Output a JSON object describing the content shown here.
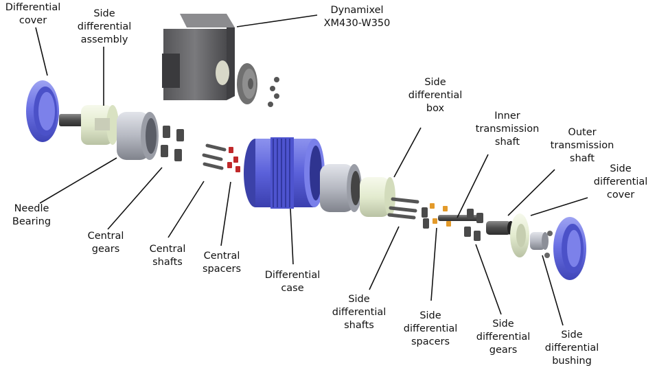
{
  "labels": {
    "differential_cover": {
      "lines": [
        "Differential",
        "cover"
      ]
    },
    "side_differential_assembly": {
      "lines": [
        "Side",
        "differential",
        "assembly"
      ]
    },
    "dynamixel": {
      "lines": [
        "Dynamixel",
        "XM430-W350"
      ]
    },
    "needle_bearing": {
      "lines": [
        "Needle",
        "Bearing"
      ]
    },
    "central_gears": {
      "lines": [
        "Central",
        "gears"
      ]
    },
    "central_shafts": {
      "lines": [
        "Central",
        "shafts"
      ]
    },
    "central_spacers": {
      "lines": [
        "Central",
        "spacers"
      ]
    },
    "differential_case": {
      "lines": [
        "Differential",
        "case"
      ]
    },
    "side_differential_box": {
      "lines": [
        "Side",
        "differential",
        "box"
      ]
    },
    "inner_transmission_shaft": {
      "lines": [
        "Inner",
        "transmission",
        "shaft"
      ]
    },
    "outer_transmission_shaft": {
      "lines": [
        "Outer",
        "transmission",
        "shaft"
      ]
    },
    "side_differential_cover": {
      "lines": [
        "Side",
        "differential",
        "cover"
      ]
    },
    "side_differential_shafts": {
      "lines": [
        "Side",
        "differential",
        "shafts"
      ]
    },
    "side_differential_spacers": {
      "lines": [
        "Side",
        "differential",
        "spacers"
      ]
    },
    "side_differential_gears": {
      "lines": [
        "Side",
        "differential",
        "gears"
      ]
    },
    "side_differential_bushing": {
      "lines": [
        "Side",
        "differential",
        "bushing"
      ]
    }
  },
  "colors": {
    "cover_blue": "#6f74e6",
    "case_blue": "#5d63dc",
    "bearing_grey": "#b9bcc4",
    "assembly_cream": "#e8efd6",
    "gear_dark": "#4a4a4a",
    "spacer_red": "#c0282a",
    "spacer_orange": "#e39a2a",
    "motor_grey": "#6e6e70",
    "leader_line": "#111111"
  }
}
